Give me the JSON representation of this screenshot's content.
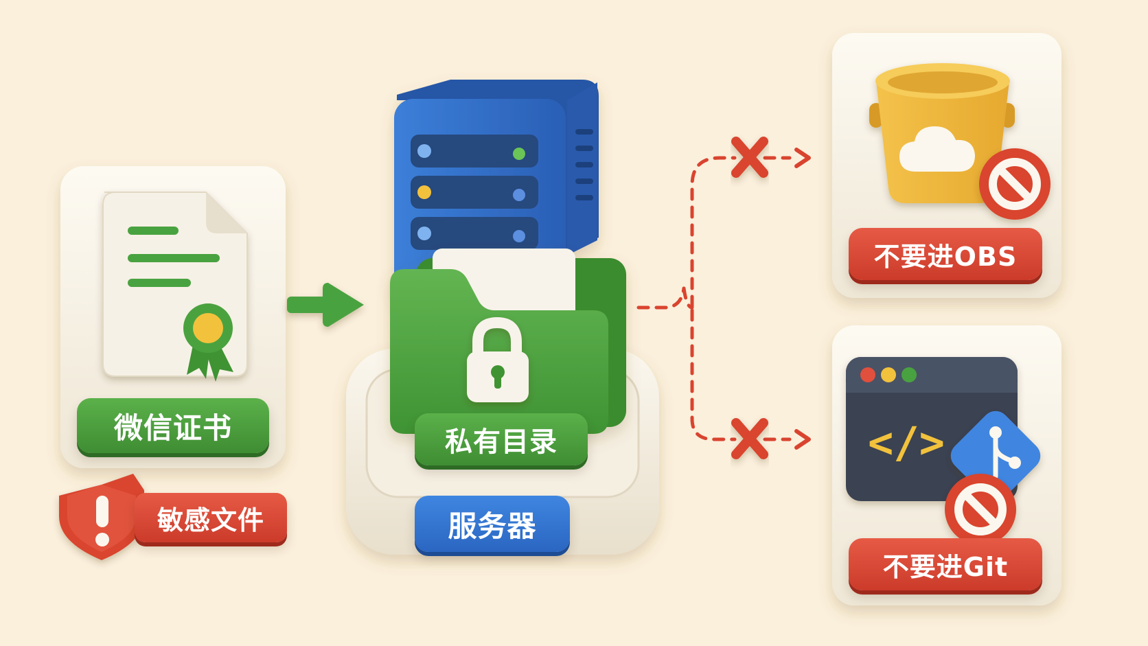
{
  "labels": {
    "wechat_cert": "微信证书",
    "sensitive_file": "敏感文件",
    "private_dir": "私有目录",
    "server": "服务器",
    "no_obs": "不要进OBS",
    "no_git": "不要进Git"
  },
  "code_glyph": "</>",
  "colors": {
    "background": "#fbf0dc",
    "green": "#4aa23f",
    "red": "#d9442f",
    "blue": "#2f6fd0",
    "yellow": "#f0b93a",
    "dark": "#3b4251"
  },
  "icons": [
    "certificate-document-icon",
    "award-seal-icon",
    "warning-shield-icon",
    "server-rack-icon",
    "locked-folder-icon",
    "padlock-icon",
    "cloud-bucket-icon",
    "code-window-icon",
    "git-branch-icon",
    "prohibited-icon",
    "blocked-x-icon"
  ]
}
